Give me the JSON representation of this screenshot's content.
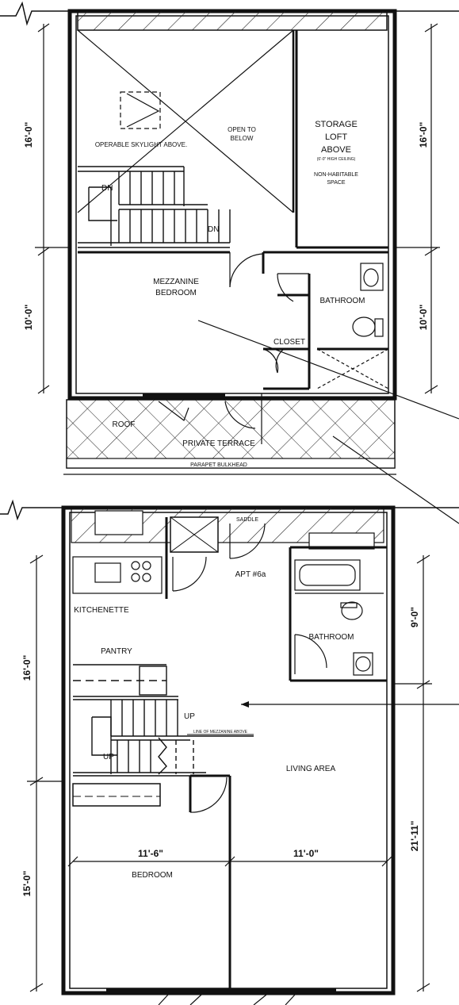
{
  "upper_floor": {
    "rooms": {
      "open_to_below": [
        "OPEN TO",
        "BELOW"
      ],
      "skylight": "OPERABLE SKYLIGHT ABOVE.",
      "storage": [
        "STORAGE",
        "LOFT",
        "ABOVE"
      ],
      "storage_ceiling": "(6'-0\" HIGH CEILING)",
      "non_habitable": [
        "NON-HABITABLE",
        "SPACE"
      ],
      "mezzanine_bedroom": [
        "MEZZANINE",
        "BEDROOM"
      ],
      "bathroom": "BATHROOM",
      "closet": "CLOSET",
      "roof": "ROOF",
      "private_terrace": "PRIVATE TERRACE",
      "parapet": "PARAPET BULKHEAD"
    },
    "stair_labels": {
      "dn_upper": "DN",
      "dn_lower": "DN"
    },
    "dimensions": {
      "left_top": "16'-0\"",
      "left_bottom": "10'-0\"",
      "right_top": "16'-0\"",
      "right_bottom": "10'-0\""
    }
  },
  "lower_floor": {
    "rooms": {
      "apt": "APT #6a",
      "kitchenette": "KITCHENETTE",
      "pantry": "PANTRY",
      "bathroom": "BATHROOM",
      "living_area": "LIVING AREA",
      "bedroom": "BEDROOM",
      "mezzanine_line": "LINE OF MEZZANINE ABOVE",
      "saddle": "SADDLE"
    },
    "stair_labels": {
      "up_upper": "UP",
      "up_lower": "UP"
    },
    "dimensions": {
      "left_top": "16'-0\"",
      "left_bottom": "15'-0\"",
      "right_top": "9'-0\"",
      "right_bottom": "21'-11\"",
      "width_left": "11'-6\"",
      "width_right": "11'-0\""
    }
  }
}
